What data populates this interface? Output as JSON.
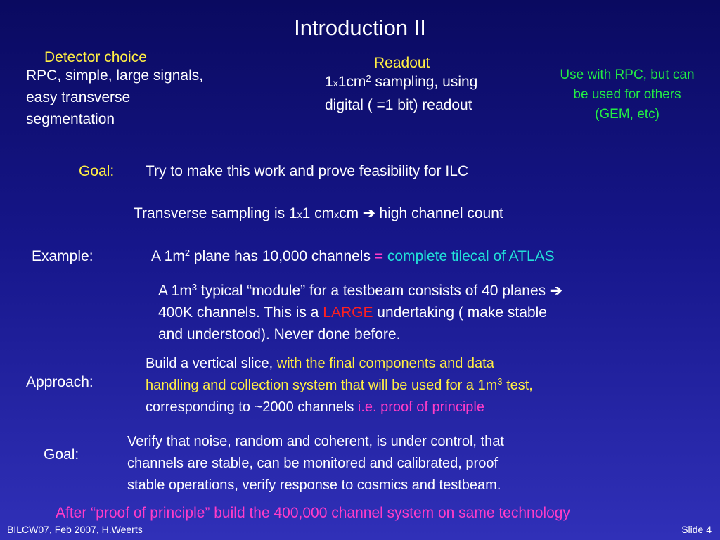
{
  "title": "Introduction  II",
  "detector": {
    "heading": "Detector choice",
    "lines": [
      "RPC, simple, large signals,",
      "easy transverse",
      "segmentation"
    ]
  },
  "readout": {
    "heading": "Readout",
    "line1_a": "1",
    "line1_x": "x",
    "line1_b": "1cm",
    "line1_sup": "2",
    "line1_c": " sampling, using",
    "line2": "digital ( =1 bit) readout"
  },
  "note": {
    "lines": [
      "Use with RPC, but can",
      "be used for others",
      "(GEM, etc)"
    ]
  },
  "goal1": {
    "label": "Goal:",
    "text": "Try to make this work and prove feasibility for ILC"
  },
  "transverse": {
    "a": "Transverse sampling is 1",
    "x1": "x",
    "b": "1 cm",
    "x2": "x",
    "c": "cm  ",
    "arrow": "➔",
    "d": " high channel count"
  },
  "example": {
    "label": "Example:",
    "a": "A 1m",
    "sup": "2",
    "b": " plane has 10,000 channels  ",
    "eq": "=",
    "c": "  complete tilecal of ATLAS"
  },
  "module": {
    "a": "A 1m",
    "sup": "3",
    "b": " typical “module” for a testbeam consists of 40 planes ",
    "arrow": "➔",
    "line2_a": "400K channels.  This is a ",
    "line2_large": "LARGE",
    "line2_b": " undertaking ( make stable",
    "line3": "and understood). Never done before."
  },
  "approach": {
    "label": "Approach:",
    "line1_a": "Build a vertical slice, ",
    "line1_b": "with the final components and data",
    "line2_a": "handling and collection system that will be used for a 1m",
    "line2_sup": "3",
    "line2_b": " test,",
    "line3_a": "corresponding to ~2000 channels ",
    "line3_b": "i.e. proof of principle"
  },
  "goal2": {
    "label": "Goal:",
    "lines": [
      "Verify that noise, random and coherent, is under control, that",
      "channels are stable, can be monitored and calibrated, proof",
      "stable operations, verify response to cosmics and testbeam."
    ]
  },
  "after": "After “proof of principle” build the 400,000 channel system on same technology",
  "footer": {
    "left": "BILCW07, Feb 2007, H.Weerts",
    "right": "Slide 4"
  },
  "colors": {
    "background_top": "#0a0a60",
    "background_bottom": "#3030b8",
    "heading_yellow": "#ffee44",
    "note_green": "#22ee44",
    "highlight_cyan": "#22e0d8",
    "highlight_magenta": "#ff3cc8",
    "large_red": "#ff2020"
  }
}
